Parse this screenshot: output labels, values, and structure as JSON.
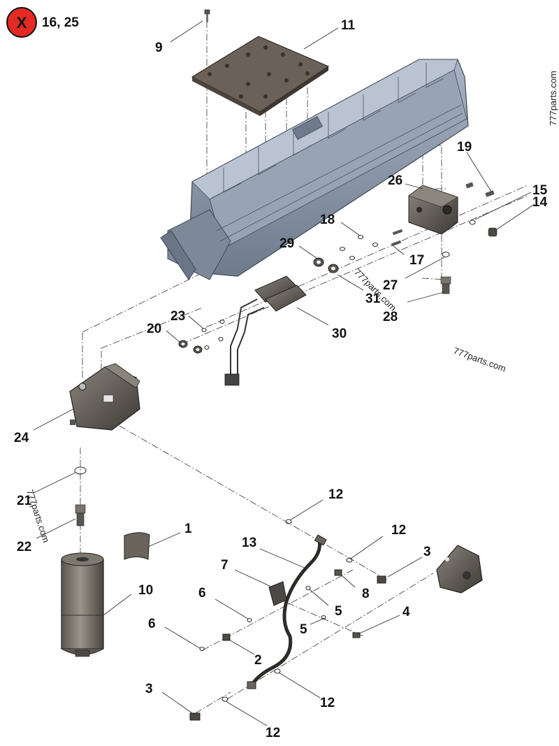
{
  "header": {
    "exclusion_symbol": "X",
    "exclusion_note": "16, 25"
  },
  "watermarks": [
    "777parts.com",
    "777parts.com",
    "777parts.com",
    "777parts.com"
  ],
  "callouts": [
    {
      "id": "c9",
      "label": "9"
    },
    {
      "id": "c11",
      "label": "11"
    },
    {
      "id": "c19",
      "label": "19"
    },
    {
      "id": "c26",
      "label": "26"
    },
    {
      "id": "c15",
      "label": "15"
    },
    {
      "id": "c14",
      "label": "14"
    },
    {
      "id": "c18",
      "label": "18"
    },
    {
      "id": "c29",
      "label": "29"
    },
    {
      "id": "c17",
      "label": "17"
    },
    {
      "id": "c27",
      "label": "27"
    },
    {
      "id": "c31",
      "label": "31"
    },
    {
      "id": "c28",
      "label": "28"
    },
    {
      "id": "c23",
      "label": "23"
    },
    {
      "id": "c20",
      "label": "20"
    },
    {
      "id": "c30",
      "label": "30"
    },
    {
      "id": "c24",
      "label": "24"
    },
    {
      "id": "c21",
      "label": "21"
    },
    {
      "id": "c22",
      "label": "22"
    },
    {
      "id": "c12a",
      "label": "12"
    },
    {
      "id": "c12b",
      "label": "12"
    },
    {
      "id": "c1",
      "label": "1"
    },
    {
      "id": "c13",
      "label": "13"
    },
    {
      "id": "c3a",
      "label": "3"
    },
    {
      "id": "c10",
      "label": "10"
    },
    {
      "id": "c7",
      "label": "7"
    },
    {
      "id": "c8",
      "label": "8"
    },
    {
      "id": "c6a",
      "label": "6"
    },
    {
      "id": "c5a",
      "label": "5"
    },
    {
      "id": "c4",
      "label": "4"
    },
    {
      "id": "c6b",
      "label": "6"
    },
    {
      "id": "c5b",
      "label": "5"
    },
    {
      "id": "c2",
      "label": "2"
    },
    {
      "id": "c3b",
      "label": "3"
    },
    {
      "id": "c12c",
      "label": "12"
    },
    {
      "id": "c12d",
      "label": "12"
    }
  ],
  "colors": {
    "engine_block": "#8c99ab",
    "dark_part": "#55504a",
    "plate": "#6b6158",
    "exclusion_badge": "#e32a24",
    "line": "#333333"
  }
}
